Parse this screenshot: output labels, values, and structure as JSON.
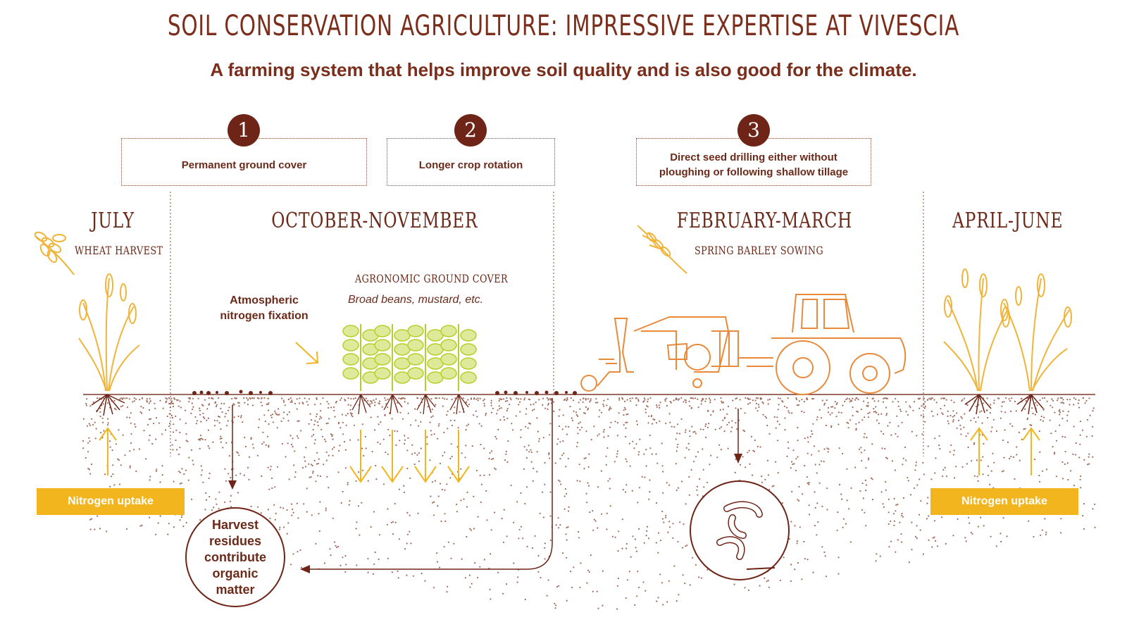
{
  "header": {
    "title": "SOIL CONSERVATION AGRICULTURE: IMPRESSIVE EXPERTISE AT VIVESCIA",
    "subtitle": "A farming system that helps improve soil quality and is also good for the climate."
  },
  "steps": [
    {
      "number": "1",
      "label": "Permanent ground cover"
    },
    {
      "number": "2",
      "label": "Longer crop rotation"
    },
    {
      "number": "3",
      "label": "Direct seed drilling either without ploughing or following shallow tillage"
    }
  ],
  "seasons": {
    "july": {
      "label": "JULY",
      "sub": "WHEAT HARVEST"
    },
    "oct_nov": {
      "label": "OCTOBER-NOVEMBER"
    },
    "feb_mar": {
      "label": "FEBRUARY-MARCH",
      "sub": "SPRING BARLEY SOWING"
    },
    "apr_jun": {
      "label": "APRIL-JUNE"
    }
  },
  "labels": {
    "nitrogen_fixation": "Atmospheric nitrogen fixation",
    "ground_cover_title": "AGRONOMIC GROUND COVER",
    "ground_cover_examples": "Broad beans, mustard, etc.",
    "harvest_residues": "Harvest residues contribute organic matter",
    "nitrogen_uptake_left": "Nitrogen uptake",
    "nitrogen_uptake_right": "Nitrogen uptake"
  },
  "colors": {
    "brown": "#6e2517",
    "text_brown": "#6b2a1a",
    "yellow": "#f2b51e",
    "wheat": "#f0b43a",
    "leaf_green": "#b5cf2a",
    "orange_machine": "#e98a3b"
  },
  "icons": [
    "wheat-ear-icon",
    "barley-ear-icon",
    "tractor-icon",
    "seed-drill-icon",
    "earthworm-icon",
    "bean-plant-icon"
  ]
}
